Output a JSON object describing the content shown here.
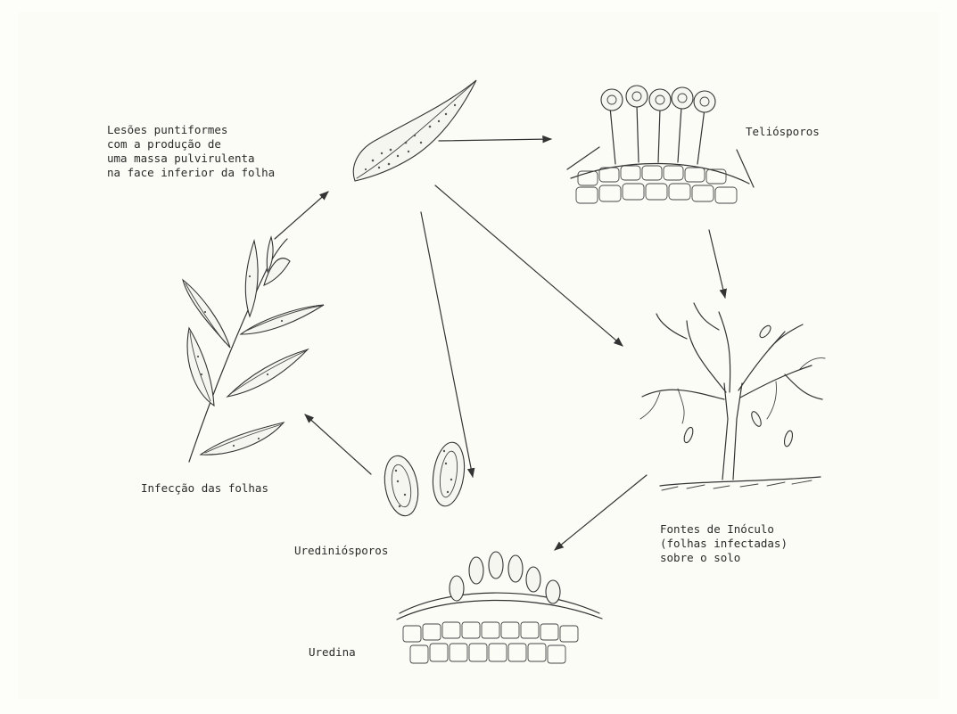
{
  "labels": {
    "leaf_lesions": [
      "Lesões puntiformes",
      "com a produção de",
      "uma massa pulvirulenta",
      "na face inferior da folha"
    ],
    "teliospores": "Teliósporos",
    "inoculum": [
      "Fontes de Inóculo",
      "(folhas infectadas)",
      "sobre o solo"
    ],
    "uredinia": "Uredina",
    "urediniospores": "Urediniósporos",
    "leaf_infection": "Infecção das folhas"
  },
  "colors": {
    "ink": "#333333",
    "paper": "#fcfcf7"
  }
}
